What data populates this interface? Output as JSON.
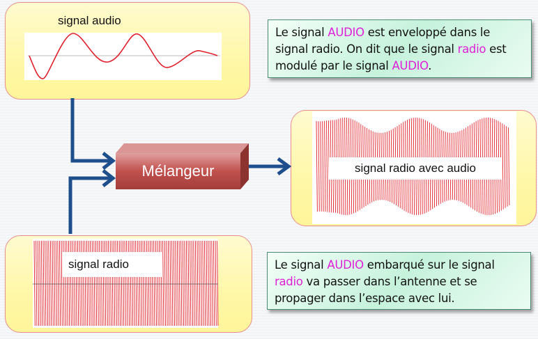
{
  "audio_panel": {
    "label": "signal audio"
  },
  "radio_panel": {
    "label": "signal radio"
  },
  "modulated_panel": {
    "label": "signal radio avec audio"
  },
  "mixer": {
    "label": "Mélangeur"
  },
  "note_top": {
    "p1": "Le signal ",
    "w1": "AUDIO",
    "p2": " est enveloppé dans le signal radio. On dit que le signal ",
    "w2": "radio",
    "p3": " est modulé par le signal ",
    "w3": "AUDIO",
    "p4": "."
  },
  "note_bottom": {
    "p1": "Le signal ",
    "w1": "AUDIO",
    "p2": " embarqué sur le signal ",
    "w2": "radio",
    "p3": " va passer dans l’antenne et se propager dans l’espace avec lui."
  },
  "colors": {
    "arrow": "#1f4e8c",
    "wave": "#e0202a",
    "highlight": "#e020d8",
    "mixer": "#c0504d"
  }
}
